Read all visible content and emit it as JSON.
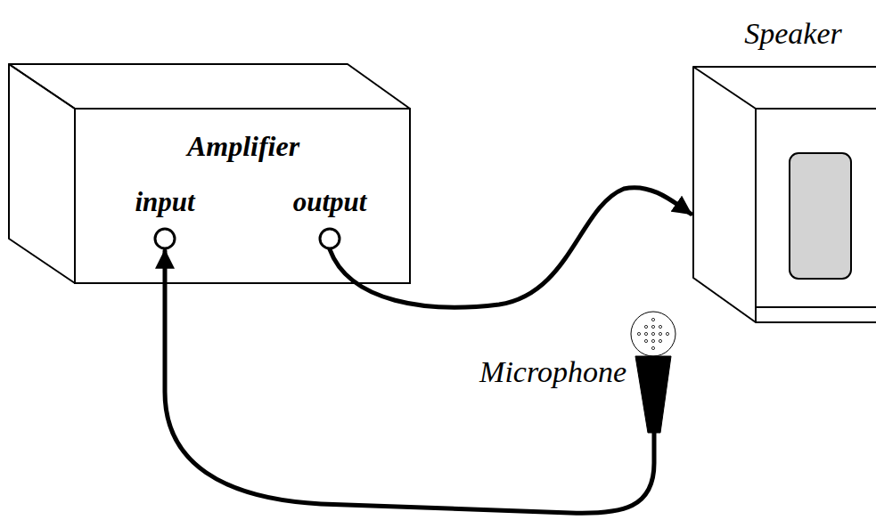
{
  "diagram": {
    "nodes": [
      {
        "text": [
          "Amplifier",
          "input",
          "output"
        ]
      },
      {
        "text": [
          "Speaker"
        ]
      },
      {
        "text": [
          "Microphone"
        ]
      }
    ],
    "edges": [
      {
        "from": 0,
        "to": 1,
        "arrow": "to"
      },
      {
        "from": 2,
        "to": 0,
        "arrow": "to"
      }
    ]
  }
}
